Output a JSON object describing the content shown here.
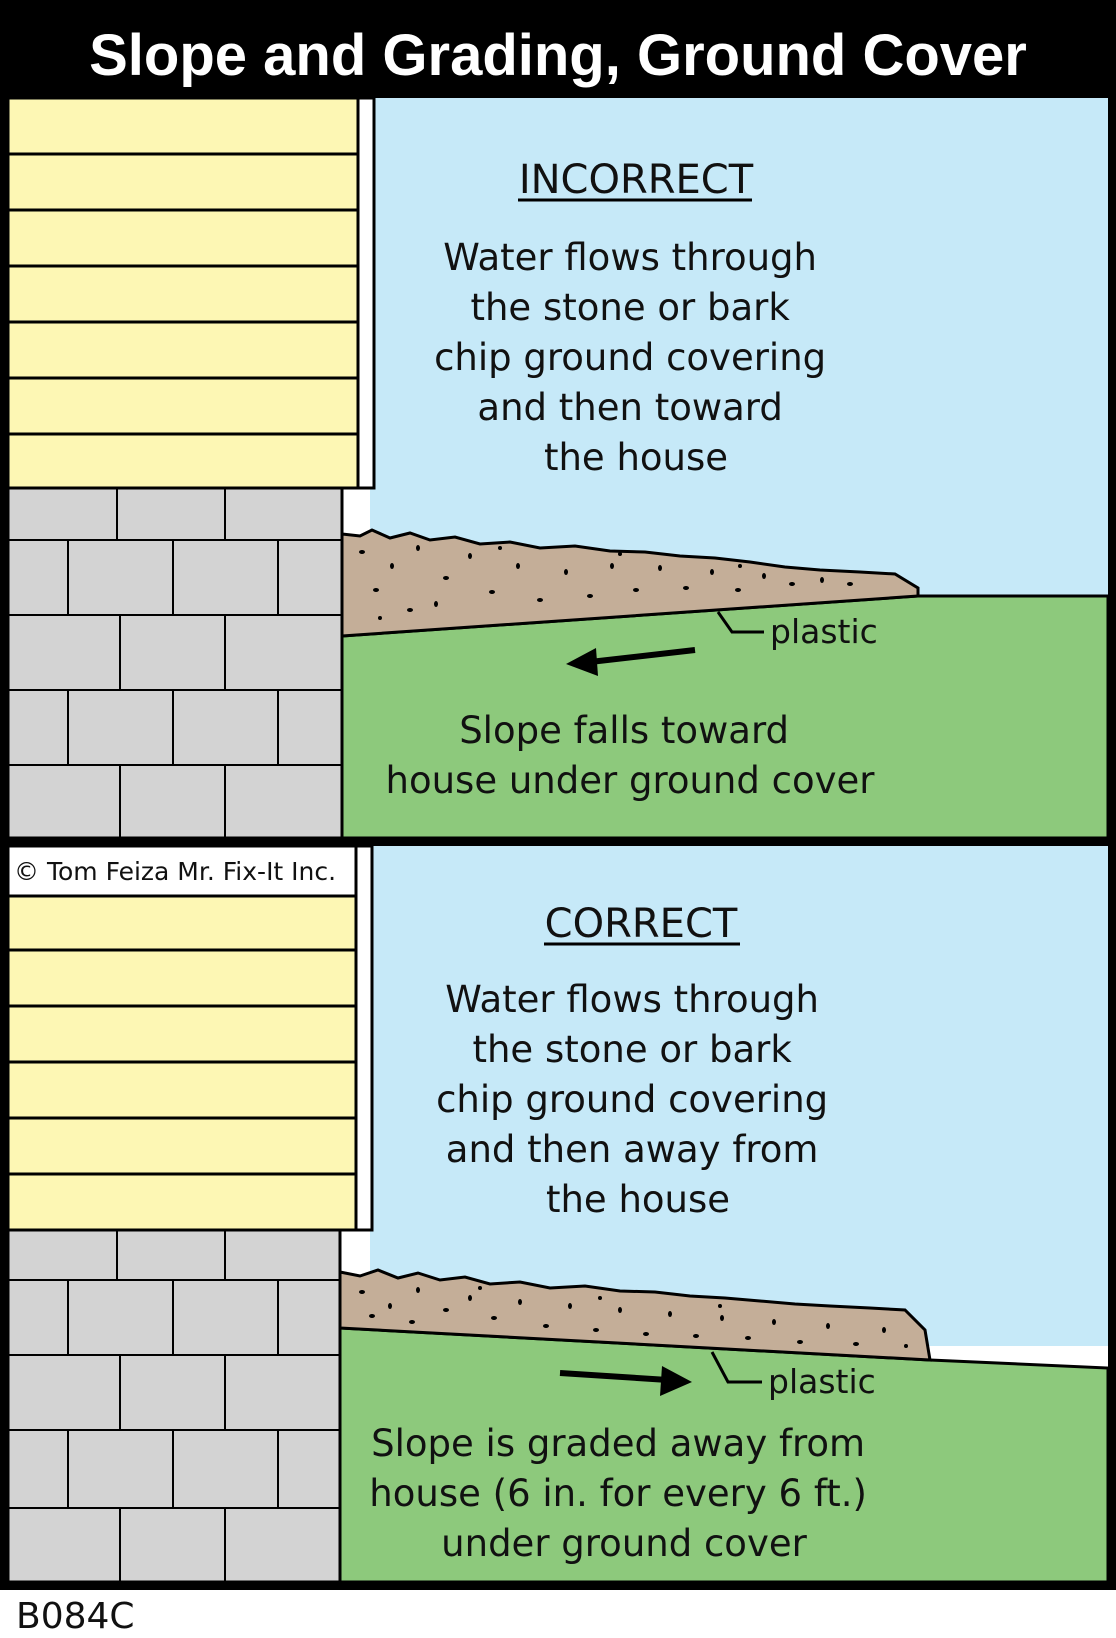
{
  "title": "Slope and Grading, Ground Cover",
  "colors": {
    "sky": "#c6e9f8",
    "siding": "#fdf7b4",
    "block": "#d3d3d3",
    "gravel": "#c4ae98",
    "grass": "#8dc97c",
    "frame": "#000000"
  },
  "panels": {
    "incorrect": {
      "heading": "INCORRECT",
      "description": [
        "Water flows through",
        "the stone or bark",
        "chip ground covering",
        "and then toward",
        "the house"
      ],
      "plastic_label": "plastic",
      "slope_text": [
        "Slope falls toward",
        "house under ground cover"
      ],
      "arrow_direction": "toward-house"
    },
    "correct": {
      "heading": "CORRECT",
      "description": [
        "Water flows through",
        "the stone or bark",
        "chip ground covering",
        "and then away from",
        "the house"
      ],
      "plastic_label": "plastic",
      "slope_text": [
        "Slope is graded away from",
        "house (6 in. for every 6 ft.)",
        "under ground cover"
      ],
      "arrow_direction": "away-from-house"
    }
  },
  "copyright": "© Tom Feiza Mr. Fix-It Inc.",
  "code": "B084C"
}
